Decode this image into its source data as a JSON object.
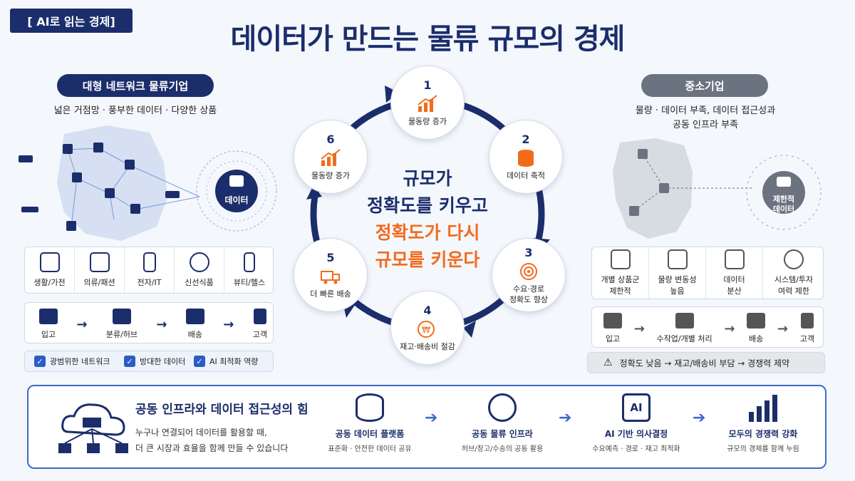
{
  "header": {
    "tag": "[ AI로 읽는 경제]",
    "title": "데이터가 만드는 물류 규모의 경제"
  },
  "left": {
    "pill": "대형 네트워크 물류기업",
    "subtitle": "넓은 거점망 · 풍부한 데이터 · 다양한 상품",
    "data_label": "데이터",
    "categories": [
      "생활/가전",
      "의류/패션",
      "전자/IT",
      "신선식품",
      "뷰티/헬스"
    ],
    "flow": [
      "입고",
      "분류/허브",
      "배송",
      "고객"
    ],
    "checks": [
      "광범위한 네트워크",
      "방대한 데이터",
      "AI 최적화 역량"
    ]
  },
  "right": {
    "pill": "중소기업",
    "subtitle1": "물량 · 데이터 부족, 데이터 접근성과",
    "subtitle2": "공동 인프라 부족",
    "data_label1": "제한적",
    "data_label2": "데이터",
    "categories": [
      [
        "개별 상품군",
        "제한적"
      ],
      [
        "물량 변동성",
        "높음"
      ],
      [
        "데이터",
        "분산"
      ],
      [
        "시스템/투자",
        "여력 제한"
      ]
    ],
    "flow": [
      "입고",
      "수작업/개별 처리",
      "배송",
      "고객"
    ],
    "warning": "정확도 낮음 → 재고/배송비 부담 → 경쟁력 제약"
  },
  "cycle": {
    "nodes": [
      {
        "num": "1",
        "label": "물동량 증가"
      },
      {
        "num": "2",
        "label": "데이터 축적"
      },
      {
        "num": "3",
        "label": "수요·경로\n정확도 향상"
      },
      {
        "num": "4",
        "label": "재고·배송비 절감"
      },
      {
        "num": "5",
        "label": "더 빠른 배송"
      },
      {
        "num": "6",
        "label": "물동량 증가"
      }
    ],
    "center": [
      "규모가",
      "정확도를 키우고",
      "정확도가 다시",
      "규모를 키운다"
    ]
  },
  "bottom": {
    "title": "공동 인프라와 데이터 접근성의 힘",
    "desc1": "누구나 연결되어 데이터를 활용할 때,",
    "desc2": "더 큰 시장과 효율을 함께 만들 수 있습니다",
    "items": [
      {
        "title": "공동 데이터 플랫폼",
        "sub": "표준화 · 안전한 데이터 공유"
      },
      {
        "title": "공동 물류 인프라",
        "sub": "허브/창고/수송의 공동 활용"
      },
      {
        "title": "AI 기반 의사결정",
        "sub": "수요예측 · 경로 · 재고 최적화"
      },
      {
        "title": "모두의 경쟁력 강화",
        "sub": "규모의 경제를 함께 누림"
      }
    ]
  },
  "colors": {
    "navy": "#1b2e6b",
    "orange": "#f26b1d",
    "gray": "#6b7280"
  }
}
